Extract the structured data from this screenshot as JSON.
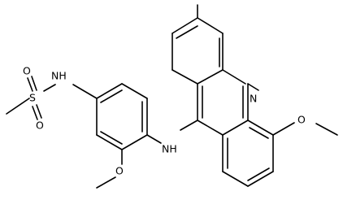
{
  "structure": {
    "bond_color": "#000000",
    "background": "#ffffff",
    "atoms": {
      "acridine_n": "N",
      "methoxy_o_top": "O",
      "linker_nh": "NH",
      "sulfonamide_nh": "NH",
      "sulfonyl_s": "S",
      "sulfonyl_o_upper": "O",
      "sulfonyl_o_lower": "O",
      "methoxy_o_bottom": "O"
    }
  }
}
